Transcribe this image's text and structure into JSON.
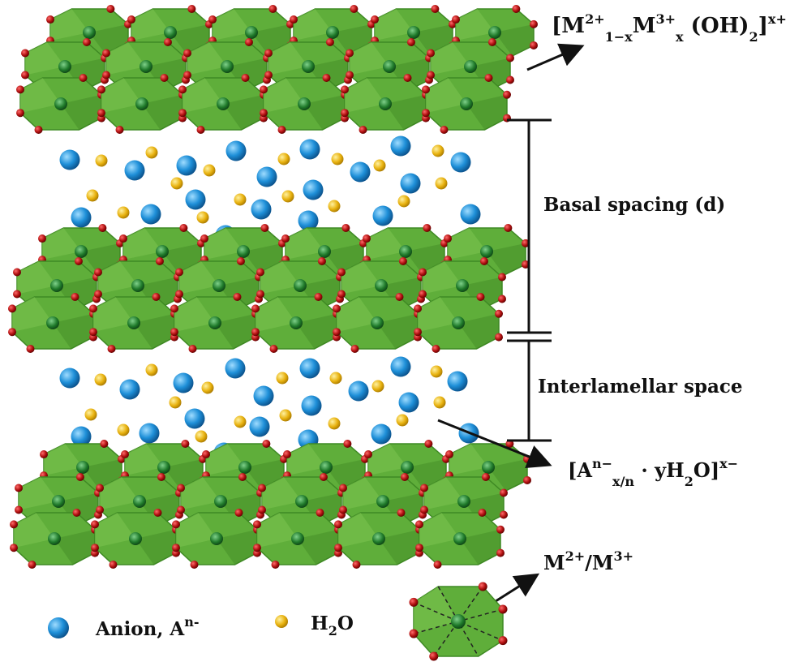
{
  "labels": {
    "layer_formula": {
      "open": "[M",
      "m2_sup": "2+",
      "sub1": "1−x",
      "m3": "M",
      "m3_sup": "3+",
      "sub2": "x",
      "oh": " (OH)",
      "sub3": "2",
      "close": "]",
      "charge": "x+"
    },
    "basal_spacing": "Basal spacing (d)",
    "interlamellar": "Interlamellar space",
    "interlayer_formula": {
      "open": "[A",
      "sup1": "n−",
      "sub1": "x/n",
      "dot": " · yH",
      "sub2": "2",
      "o": "O]",
      "charge": "x−"
    },
    "metal_label": {
      "m2": "M",
      "sup1": "2+",
      "slash": "/M",
      "sup2": "3+"
    },
    "legend": {
      "anion_text": "Anion, A",
      "anion_sup": "n-",
      "water_h": "H",
      "water_sub": "2",
      "water_o": "O"
    }
  },
  "colors": {
    "octahedron_fill": "#5fae3a",
    "octahedron_dark": "#3f8a24",
    "oxygen": "#b01010",
    "anion": "#1e8fd8",
    "water": "#e8b20f",
    "metal_center": "#1f7a2a"
  }
}
